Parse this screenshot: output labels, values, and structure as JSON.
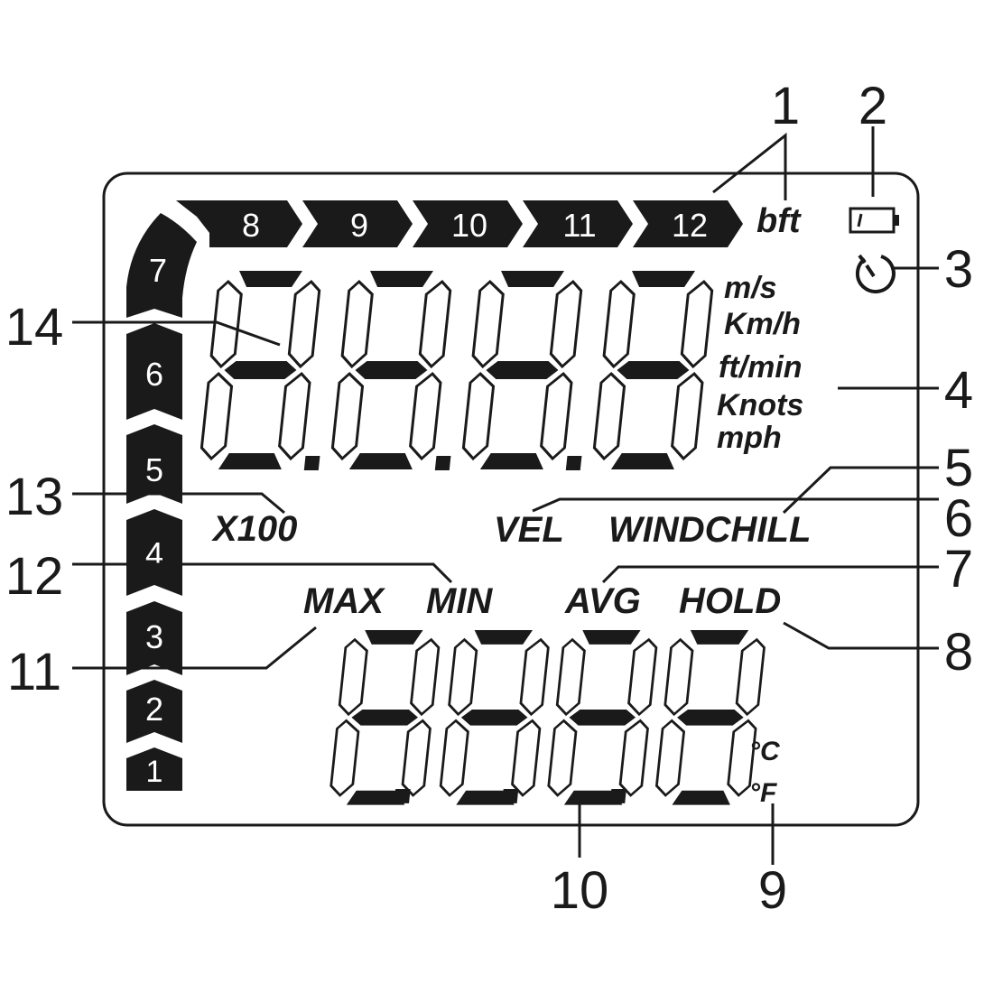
{
  "beaufort_scale": {
    "top_segments": [
      "8",
      "9",
      "10",
      "11",
      "12"
    ],
    "side_segments": [
      "7",
      "6",
      "5",
      "4",
      "3",
      "2",
      "1"
    ],
    "unit": "bft"
  },
  "speed_units": [
    "m/s",
    "Km/h",
    "ft/min",
    "Knots",
    "mph"
  ],
  "multiplier_label": "X100",
  "mode_labels": {
    "vel": "VEL",
    "windchill": "WINDCHILL"
  },
  "function_labels": {
    "max": "MAX",
    "min": "MIN",
    "avg": "AVG",
    "hold": "HOLD"
  },
  "temperature_units": {
    "celsius": "°C",
    "fahrenheit": "°F"
  },
  "callouts": [
    "1",
    "2",
    "3",
    "4",
    "5",
    "6",
    "7",
    "8",
    "9",
    "10",
    "11",
    "12",
    "13",
    "14"
  ]
}
